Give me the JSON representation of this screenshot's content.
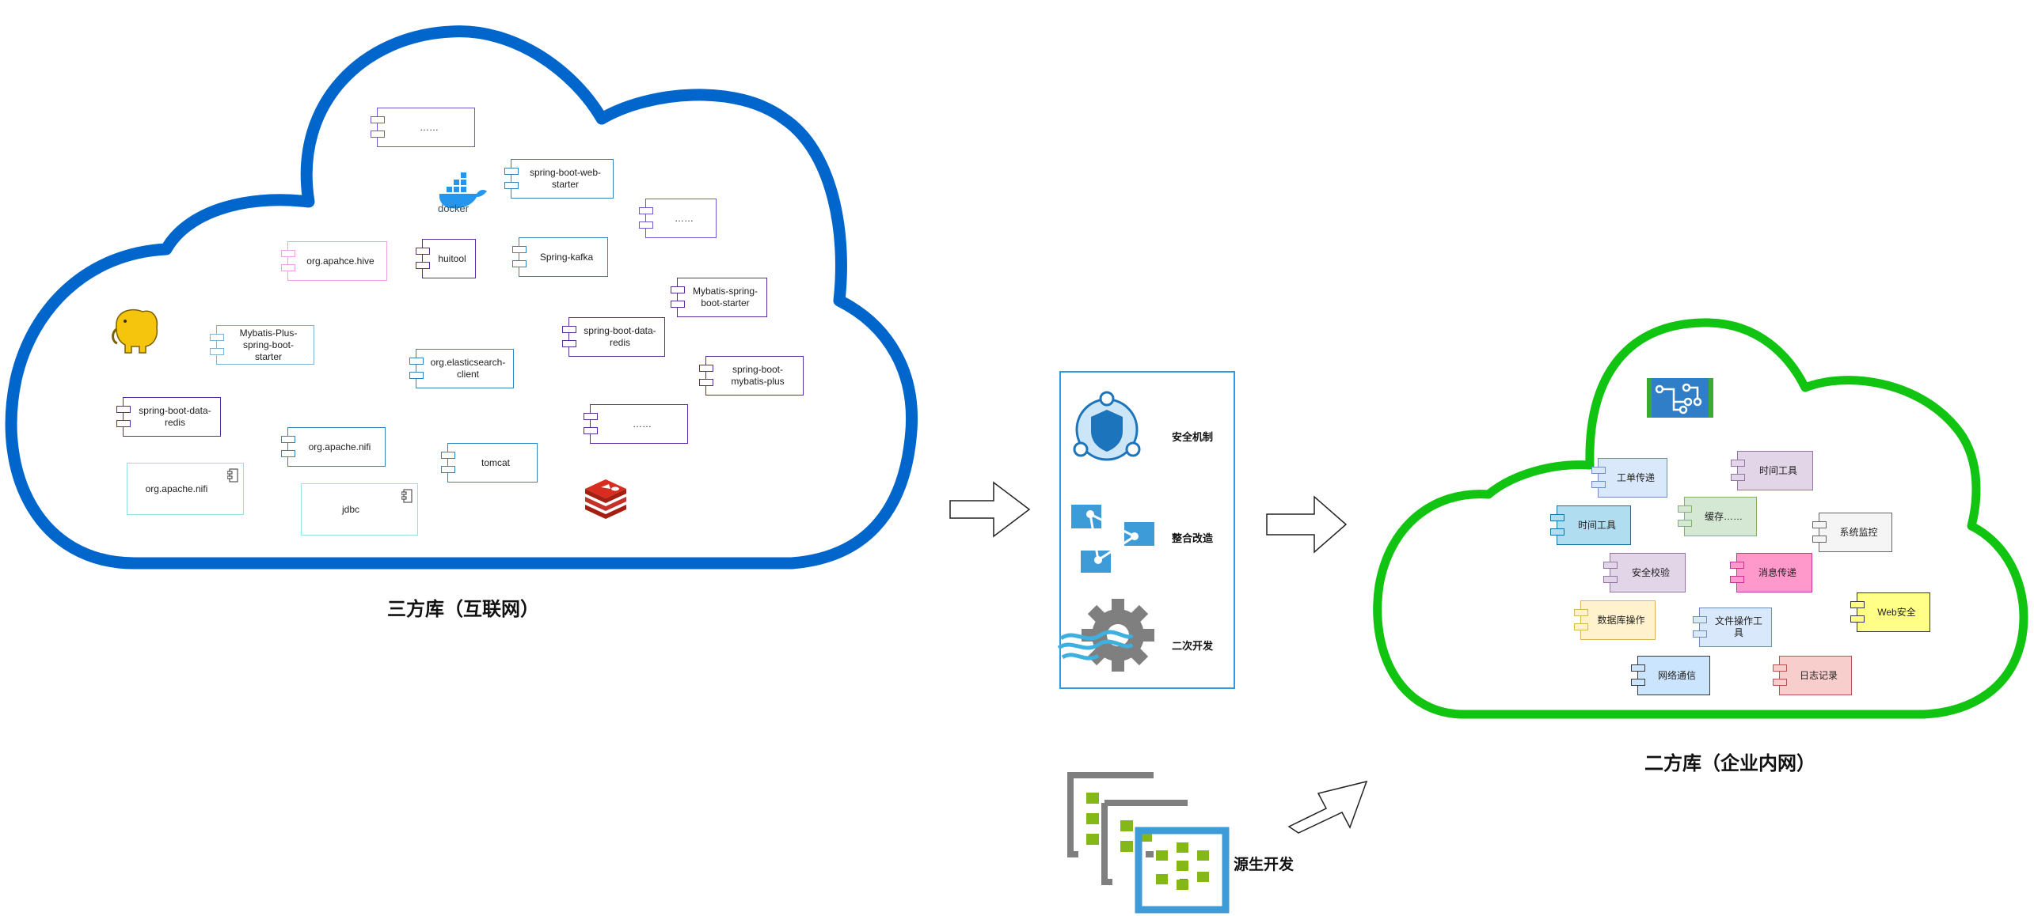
{
  "colors": {
    "internet_cloud": "#0066CC",
    "intranet_cloud": "#11C411",
    "panel_border": "#3399DD"
  },
  "internet": {
    "title": "三方库（互联网）",
    "components": [
      {
        "text": "……",
        "style": "tabs",
        "border": "#6A5ACD"
      },
      {
        "text": "spring-boot-web-starter",
        "style": "tabs",
        "border": "#2E86C1"
      },
      {
        "text": "……",
        "style": "tabs",
        "border": "#6A5ACD"
      },
      {
        "text": "org.apahce.hive",
        "style": "tabs",
        "border": "#F0A0E6"
      },
      {
        "text": "huitool",
        "style": "tabs",
        "border": "#5B2C9F"
      },
      {
        "text": "Spring-kafka",
        "style": "tabs",
        "border": "#2E86C1"
      },
      {
        "text": "Mybatis-spring-boot-starter",
        "style": "tabs",
        "border": "#5B2C9F"
      },
      {
        "text": "Mybatis-Plus-spring-boot-starter",
        "style": "tabs",
        "border": "#7FB3D5"
      },
      {
        "text": "spring-boot-data-redis",
        "style": "tabs",
        "border": "#5B2C9F"
      },
      {
        "text": "org.elasticsearch-client",
        "style": "tabs",
        "border": "#2E86C1"
      },
      {
        "text": "spring-boot-mybatis-plus",
        "style": "tabs",
        "border": "#5B2C9F"
      },
      {
        "text": "spring-boot-data-redis",
        "style": "tabs",
        "border": "#5B2C9F"
      },
      {
        "text": "……",
        "style": "tabs",
        "border": "#5B2C9F"
      },
      {
        "text": "org.apache.nifi",
        "style": "tabs",
        "border": "#2E86C1"
      },
      {
        "text": "tomcat",
        "style": "tabs",
        "border": "#2E86C1"
      },
      {
        "text": "org.apache.nifi",
        "style": "plain",
        "border": "#8FE3E3"
      },
      {
        "text": "jdbc",
        "style": "plain",
        "border": "#8FE3E3"
      }
    ],
    "icons": [
      "hadoop-elephant-icon",
      "docker-icon",
      "redis-icon"
    ],
    "docker_label": "docker"
  },
  "process": {
    "items": [
      {
        "label": "安全机制",
        "icon": "shield-icon"
      },
      {
        "label": "整合改造",
        "icon": "integration-icon"
      },
      {
        "label": "二次开发",
        "icon": "gear-icon"
      }
    ],
    "native": {
      "label": "源生开发",
      "icon": "code-modules-icon"
    }
  },
  "intranet": {
    "title": "二方库（企业内网）",
    "icon": "circuit-board-icon",
    "components": [
      {
        "text": "工单传递",
        "fill": "#DAE8FC",
        "border": "#6C8EBF"
      },
      {
        "text": "时间工具",
        "fill": "#E1D5E7",
        "border": "#9673A6"
      },
      {
        "text": "时间工具",
        "fill": "#B1DDF0",
        "border": "#10739E"
      },
      {
        "text": "缓存……",
        "fill": "#D5E8D4",
        "border": "#82B366"
      },
      {
        "text": "系统监控",
        "fill": "#F5F5F5",
        "border": "#666666"
      },
      {
        "text": "安全校验",
        "fill": "#E1D5E7",
        "border": "#9673A6"
      },
      {
        "text": "消息传递",
        "fill": "#FF99CC",
        "border": "#CC3399"
      },
      {
        "text": "数据库操作",
        "fill": "#FFF2CC",
        "border": "#D6B656"
      },
      {
        "text": "文件操作工具",
        "fill": "#DAE8FC",
        "border": "#6C8EBF"
      },
      {
        "text": "Web安全",
        "fill": "#FFFF88",
        "border": "#36393D"
      },
      {
        "text": "网络通信",
        "fill": "#CCE5FF",
        "border": "#36393D"
      },
      {
        "text": "日志记录",
        "fill": "#F8CECC",
        "border": "#B85450"
      }
    ]
  }
}
